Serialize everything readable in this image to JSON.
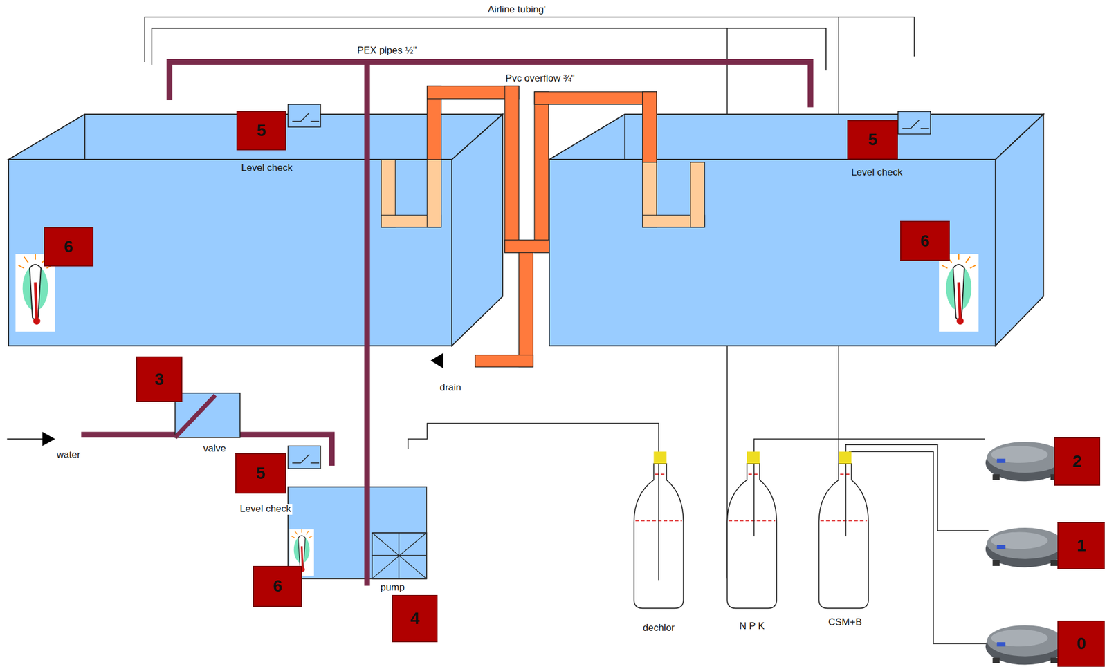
{
  "diagram": {
    "nodes": [
      {
        "text": [
          "5"
        ]
      },
      {
        "text": [
          "5"
        ]
      },
      {
        "text": [
          "6"
        ]
      },
      {
        "text": [
          "6"
        ]
      },
      {
        "text": [
          "3"
        ]
      },
      {
        "text": [
          "5"
        ]
      },
      {
        "text": [
          "6"
        ]
      },
      {
        "text": [
          "4"
        ]
      },
      {
        "text": [
          "dechlor"
        ]
      },
      {
        "text": [
          "N P K"
        ]
      },
      {
        "text": [
          "CSM+B"
        ]
      },
      {
        "text": [
          "2"
        ]
      },
      {
        "text": [
          "1"
        ]
      },
      {
        "text": [
          "0"
        ]
      }
    ],
    "labels": [
      "Airline tubing'",
      "PEX pipes ½\"",
      "Pvc overflow ¾\"",
      "Level check",
      "Level check",
      "water",
      "valve",
      "drain",
      "Level check",
      "pump"
    ]
  }
}
